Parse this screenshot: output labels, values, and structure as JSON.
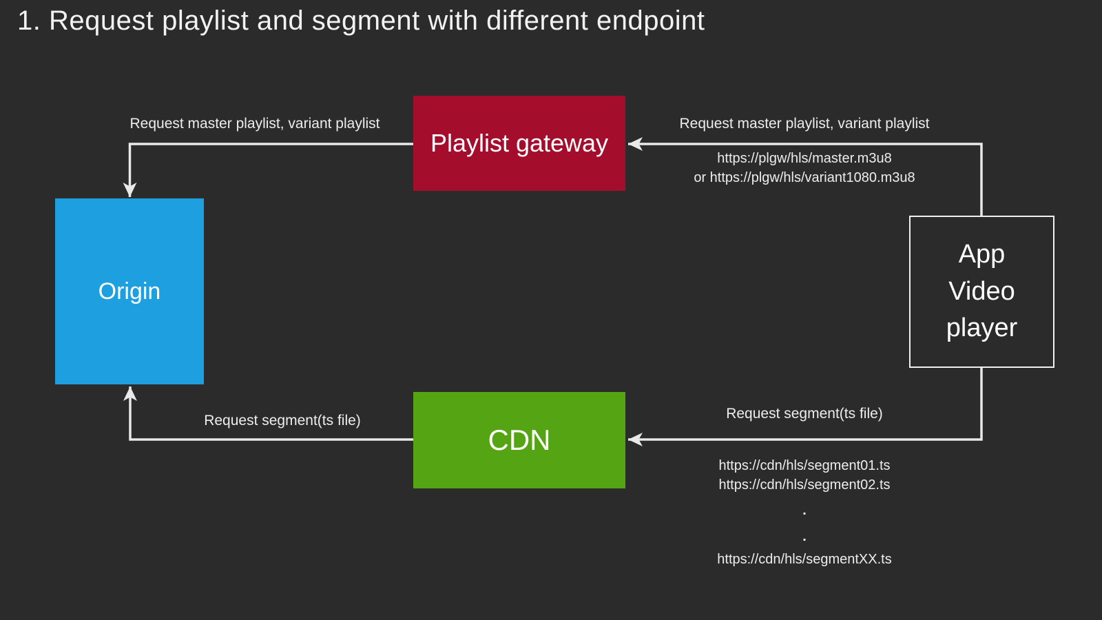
{
  "title": "1. Request playlist and segment with different endpoint",
  "colors": {
    "background": "#2b2b2b",
    "line": "#e9e9e9",
    "text": "#f1f1f1",
    "gateway_fill": "#a50d2d",
    "origin_fill": "#1e9fe0",
    "cdn_fill": "#54a414",
    "node_text": "#ffffff",
    "app_border": "#f0f0f0"
  },
  "nodes": {
    "playlist_gateway": {
      "label": "Playlist gateway"
    },
    "origin": {
      "label": "Origin"
    },
    "cdn": {
      "label": "CDN"
    },
    "app_video_player": {
      "label": "App\nVideo\nplayer"
    }
  },
  "edges": {
    "app_to_gateway": {
      "label": "Request master playlist, variant playlist",
      "urls": [
        "https://plgw/hls/master.m3u8",
        "or https://plgw/hls/variant1080.m3u8"
      ]
    },
    "gateway_to_origin": {
      "label": "Request master playlist, variant playlist"
    },
    "app_to_cdn": {
      "label": "Request segment(ts file)",
      "urls": [
        "https://cdn/hls/segment01.ts",
        "https://cdn/hls/segment02.ts",
        ".",
        ".",
        "https://cdn/hls/segmentXX.ts"
      ]
    },
    "cdn_to_origin": {
      "label": "Request segment(ts file)"
    }
  }
}
